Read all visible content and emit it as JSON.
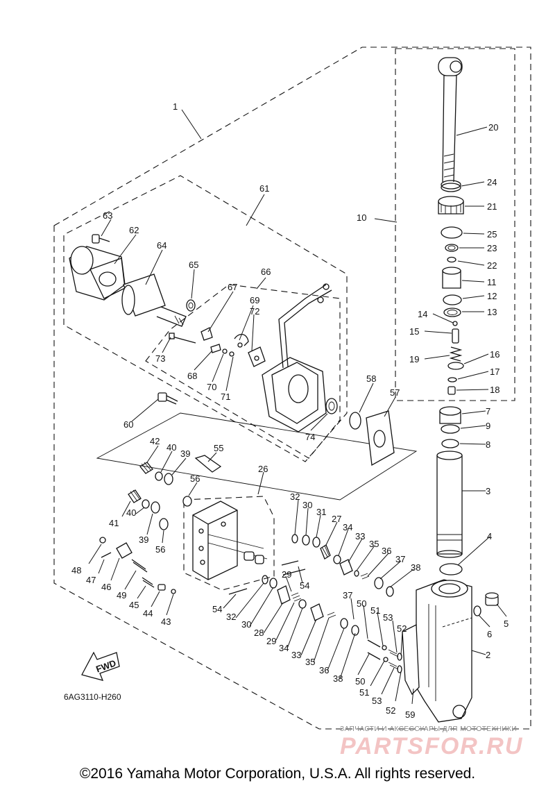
{
  "diagram": {
    "reference_code": "6AG3110-H260",
    "fwd_label": "FWD",
    "copyright": "©2016 Yamaha Motor Corporation, U.S.A. All rights reserved.",
    "watermark": {
      "subtitle": "ЗАПЧАСТИ И АКСЕССУАРЫ ДЛЯ МОТОТЕХНИКИ",
      "logo": "PARTSFOR.RU"
    },
    "callouts": [
      "1",
      "2",
      "3",
      "4",
      "5",
      "6",
      "7",
      "8",
      "9",
      "10",
      "11",
      "12",
      "13",
      "14",
      "15",
      "16",
      "17",
      "18",
      "19",
      "20",
      "21",
      "22",
      "23",
      "24",
      "25",
      "26",
      "27",
      "28",
      "29",
      "30",
      "31",
      "32",
      "33",
      "34",
      "35",
      "36",
      "37",
      "38",
      "39",
      "40",
      "41",
      "42",
      "43",
      "44",
      "45",
      "46",
      "47",
      "48",
      "49",
      "50",
      "51",
      "52",
      "53",
      "54",
      "55",
      "56",
      "57",
      "58",
      "59",
      "60",
      "61",
      "62",
      "63",
      "64",
      "65",
      "66",
      "67",
      "68",
      "69",
      "70",
      "71",
      "72",
      "73",
      "74"
    ]
  }
}
